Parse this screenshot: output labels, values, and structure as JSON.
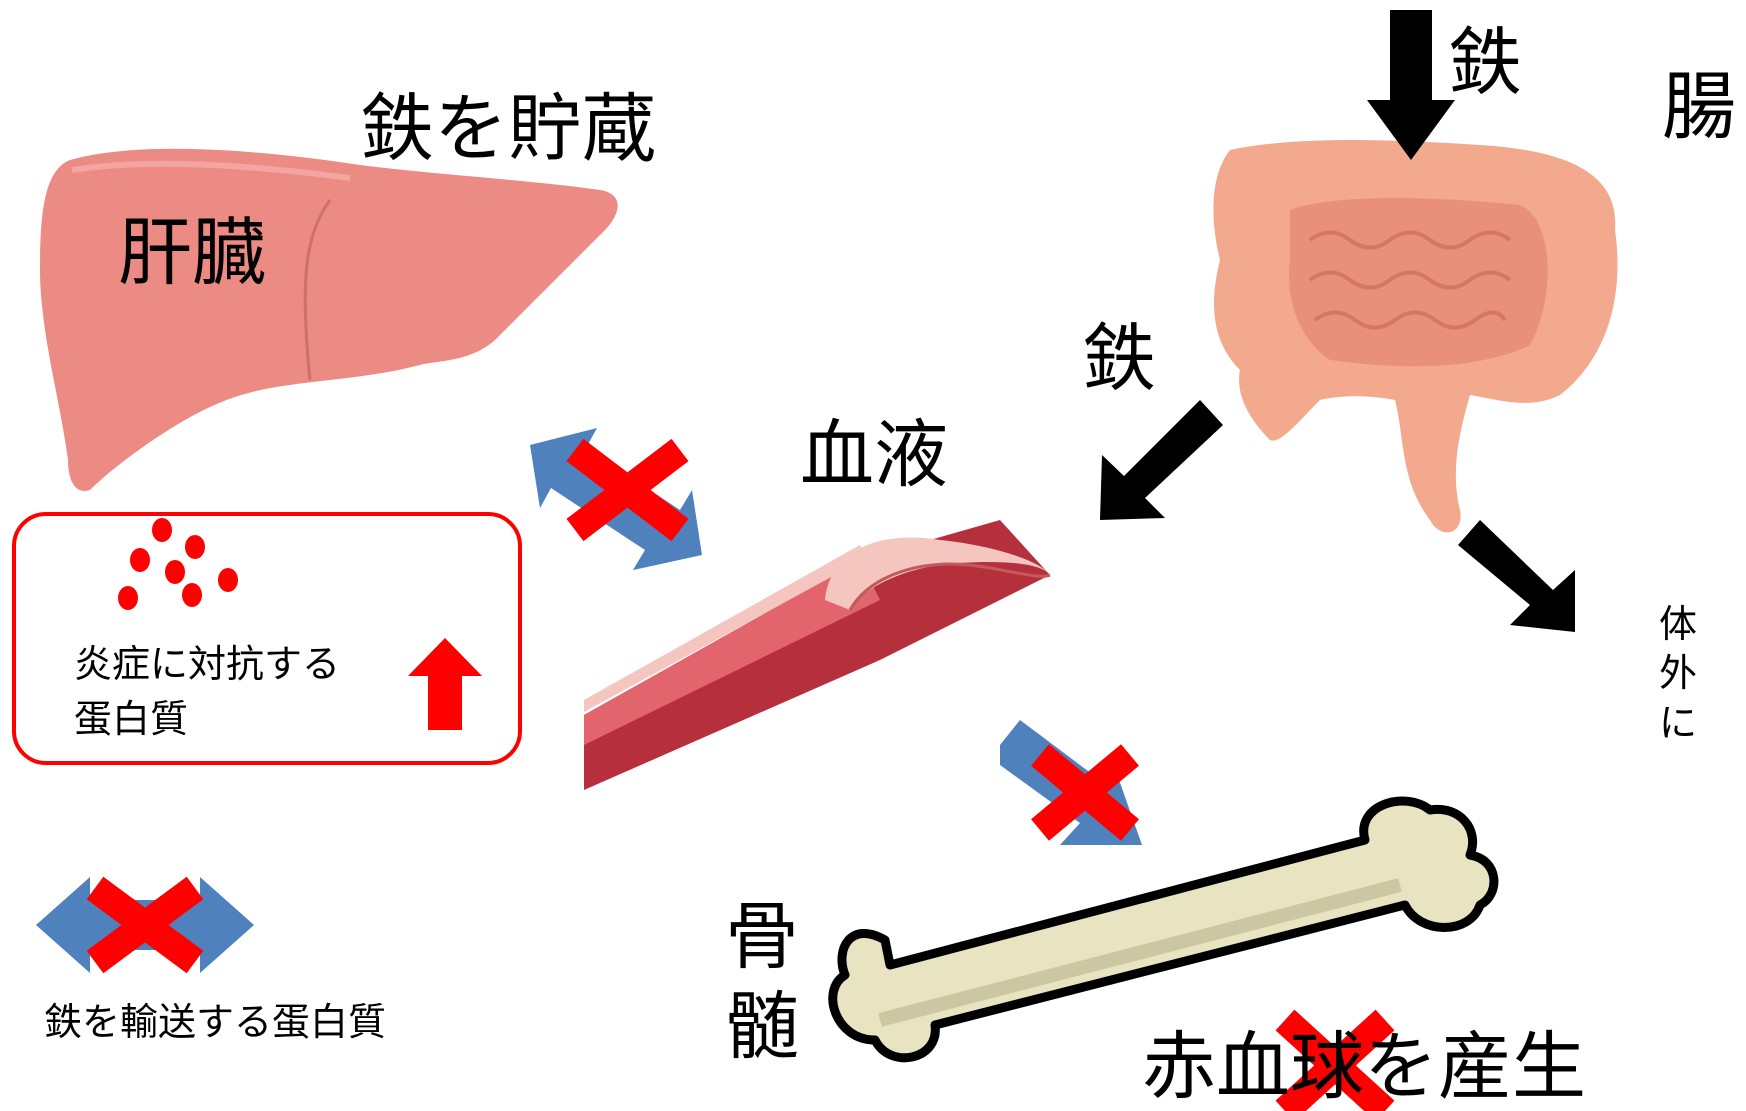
{
  "labels": {
    "iron_storage": "鉄を貯蔵",
    "liver": "肝臓",
    "blood": "血液",
    "iron_top": "鉄",
    "intestine": "腸",
    "iron_mid": "鉄",
    "outside_body": [
      "体",
      "外",
      "に"
    ],
    "bone_marrow": [
      "骨",
      "髄"
    ],
    "rbc_production": "赤血球を産生",
    "inflammation_protein": [
      "炎症に対抗する",
      "蛋白質"
    ],
    "legend_transport": "鉄を輸送する蛋白質"
  },
  "colors": {
    "liver": "#ec8a84",
    "intestine": "#f2a98e",
    "blood_vessel": "#c73e46",
    "bone": "#e8e4c2",
    "arrow_black": "#000000",
    "arrow_blue": "#4f81bd",
    "cross_red": "#ff0000",
    "up_arrow": "#ff0000"
  },
  "icons": {
    "cross": "red-x-icon",
    "transport": "double-headed-arrow-icon",
    "increase": "up-arrow-icon"
  }
}
